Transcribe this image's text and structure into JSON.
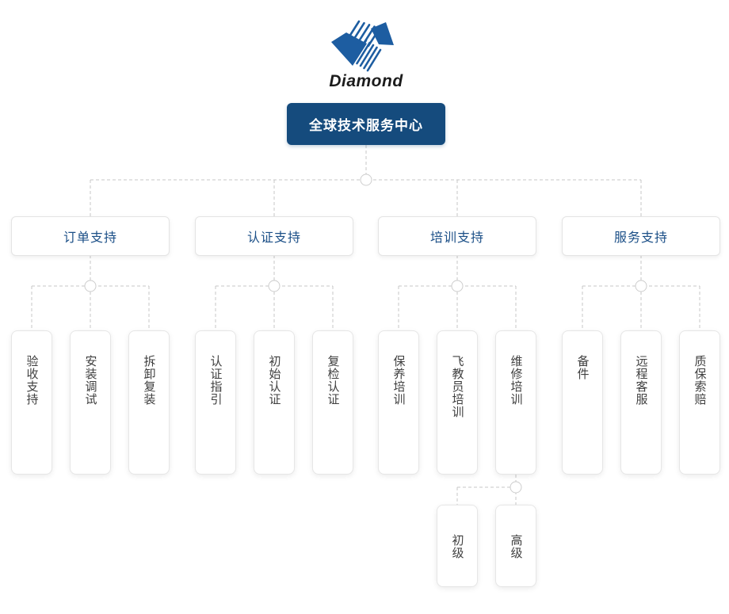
{
  "logo": {
    "icon": "diamond-logo",
    "wordmark": "Diamond",
    "icon_color": "#1d5da1"
  },
  "root": {
    "label": "全球技术服务中心"
  },
  "branches": [
    {
      "label": "订单支持",
      "children": [
        {
          "label": "验收支持"
        },
        {
          "label": "安装调试"
        },
        {
          "label": "拆卸复装"
        }
      ]
    },
    {
      "label": "认证支持",
      "children": [
        {
          "label": "认证指引"
        },
        {
          "label": "初始认证"
        },
        {
          "label": "复检认证"
        }
      ]
    },
    {
      "label": "培训支持",
      "children": [
        {
          "label": "保养培训"
        },
        {
          "label": "飞教员培训"
        },
        {
          "label": "维修培训",
          "children": [
            {
              "label": "初级"
            },
            {
              "label": "高级"
            }
          ]
        }
      ]
    },
    {
      "label": "服务支持",
      "children": [
        {
          "label": "备件"
        },
        {
          "label": "远程客服"
        },
        {
          "label": "质保索赔"
        }
      ]
    }
  ],
  "colors": {
    "root_background": "#154b7d",
    "root_text": "#ffffff",
    "branch_text": "#1b4f87",
    "leaf_text": "#3f3f3f",
    "connector": "#c7c7c7",
    "logo_blue": "#1d5da1",
    "page_background": "#ffffff"
  }
}
